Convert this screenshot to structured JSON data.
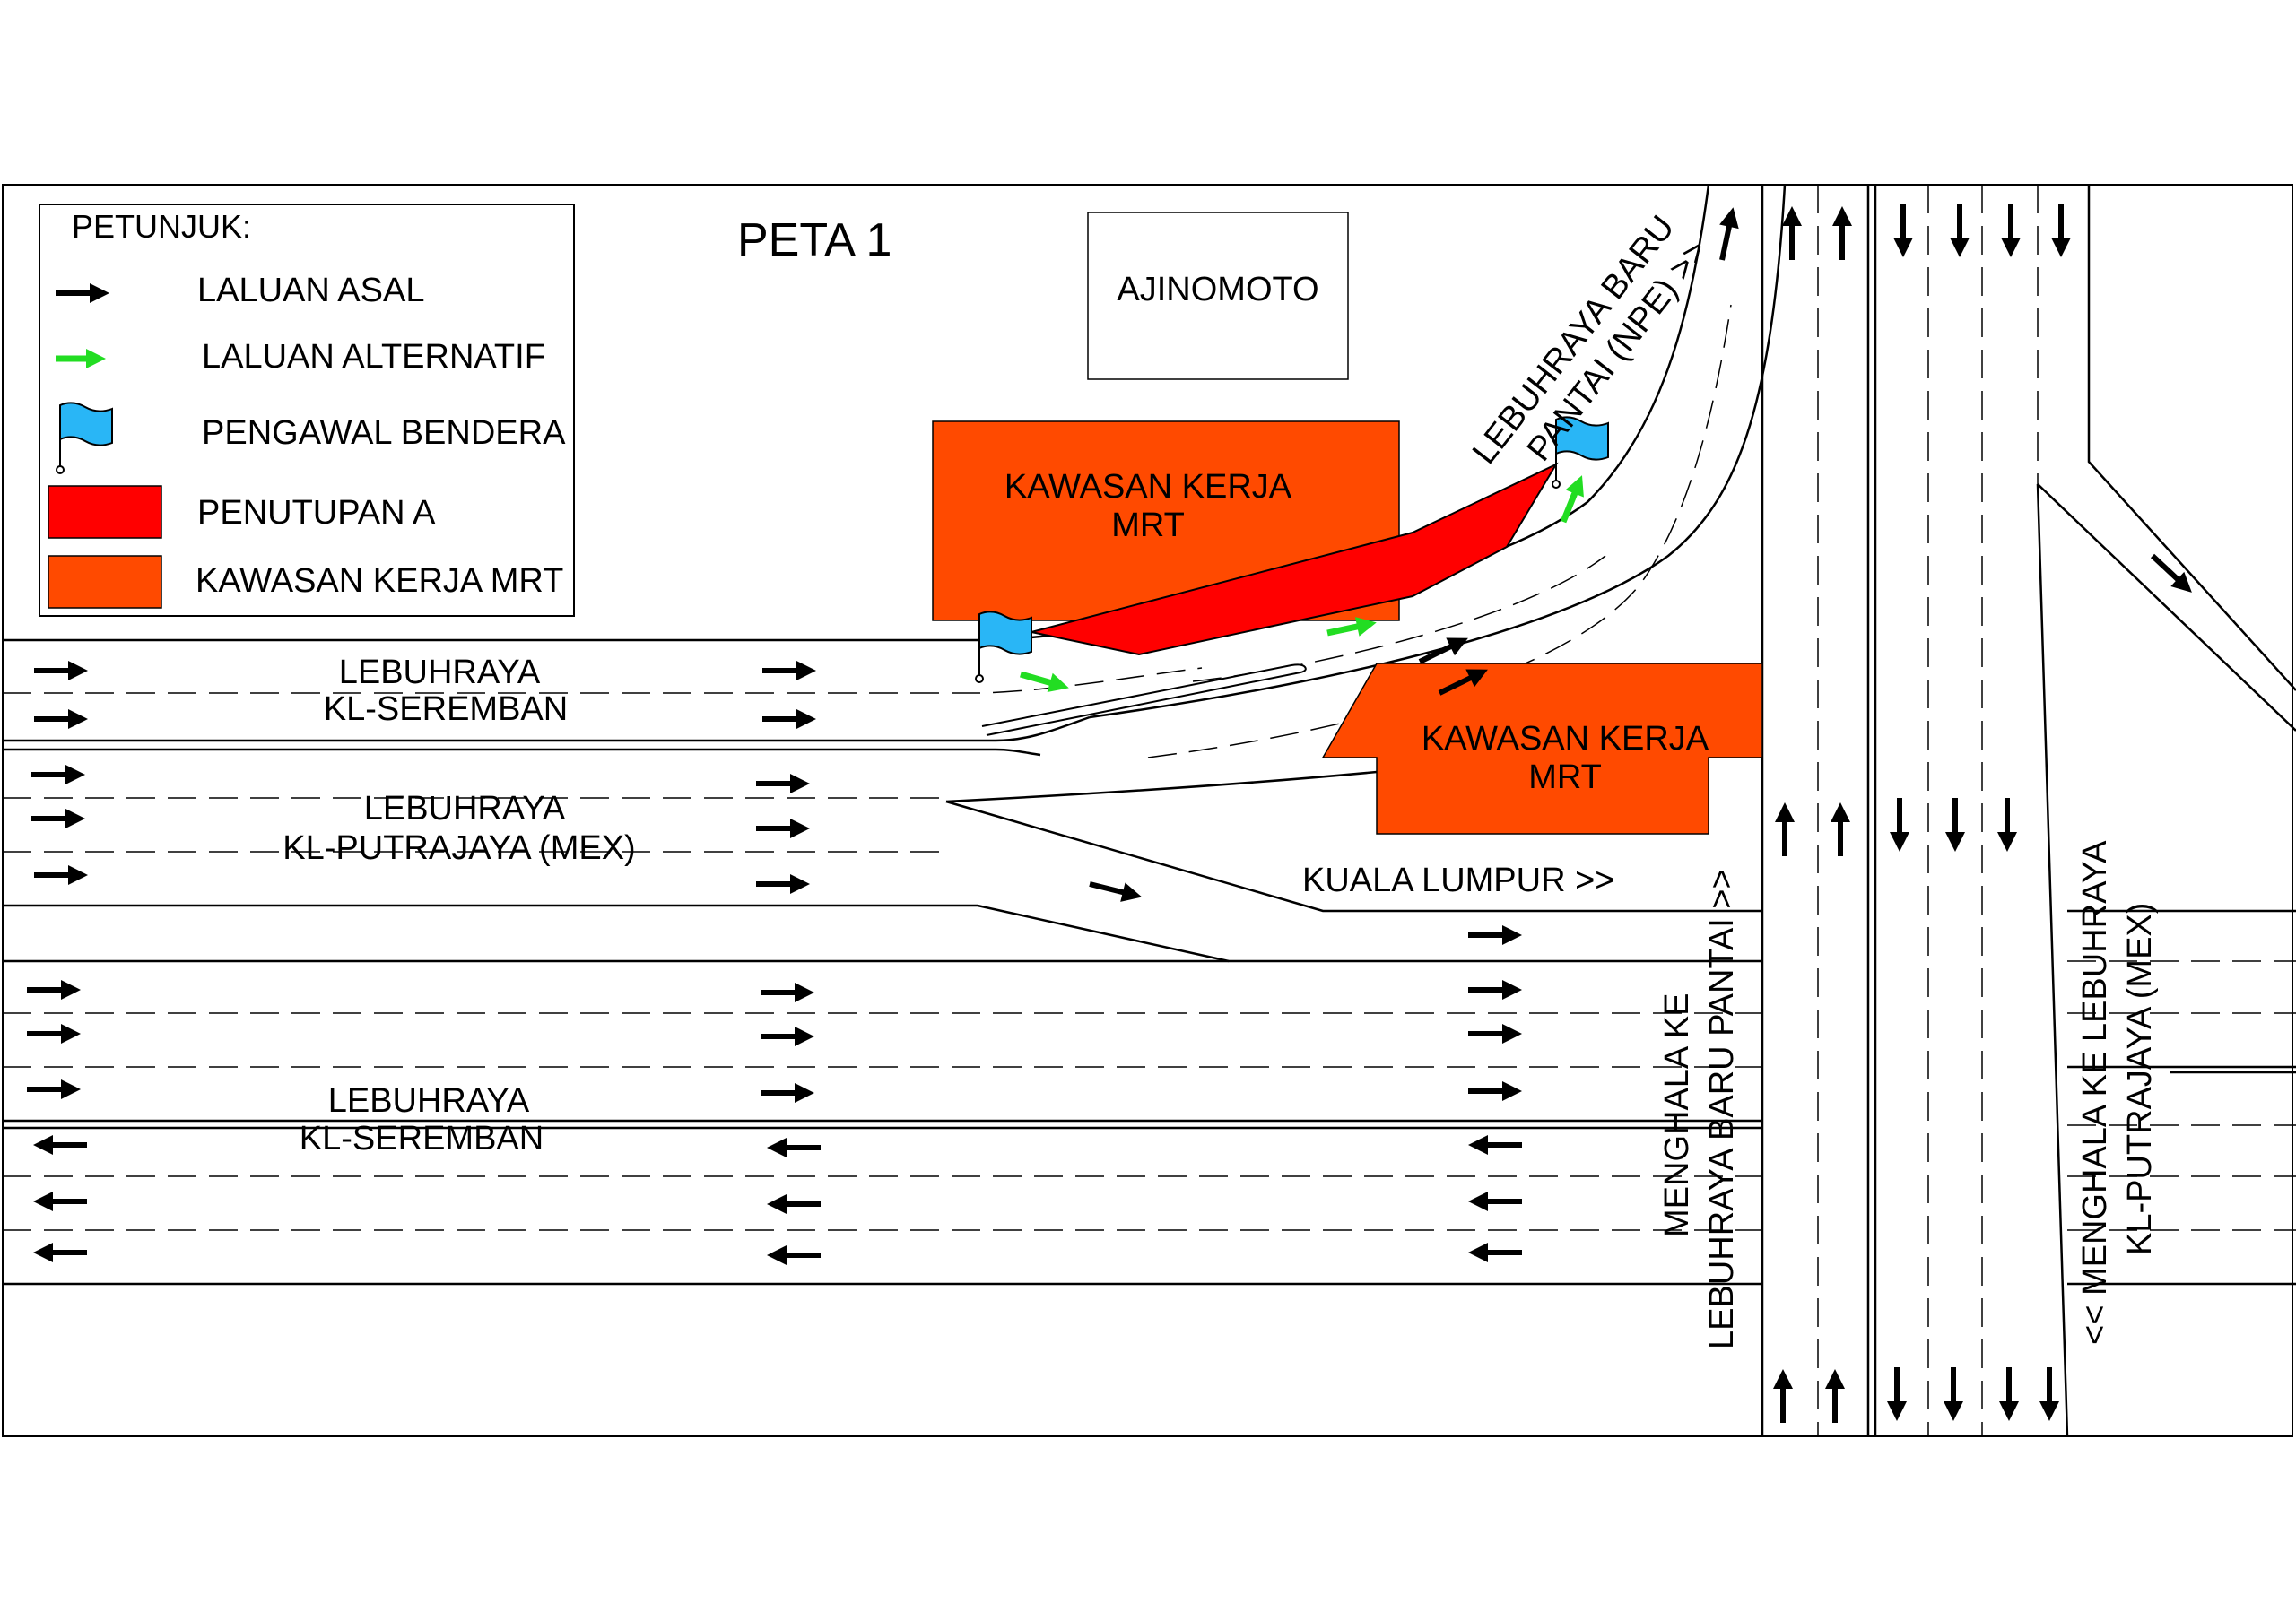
{
  "title": "PETA 1",
  "legend": {
    "heading": "PETUNJUK:",
    "items": [
      {
        "icon": "black-arrow-icon",
        "label": "LALUAN ASAL"
      },
      {
        "icon": "green-arrow-icon",
        "label": "LALUAN ALTERNATIF"
      },
      {
        "icon": "blue-flag-icon",
        "label": "PENGAWAL BENDERA"
      },
      {
        "icon": "red-box-icon",
        "label": "PENUTUPAN A"
      },
      {
        "icon": "orange-box-icon",
        "label": "KAWASAN KERJA MRT"
      }
    ]
  },
  "landmarks": {
    "ajinomoto": "AJINOMOTO",
    "work_zone_1": [
      "KAWASAN KERJA",
      "MRT"
    ],
    "work_zone_2": [
      "KAWASAN KERJA",
      "MRT"
    ]
  },
  "roads": {
    "kl_seremban_top": [
      "LEBUHRAYA",
      "KL-SEREMBAN"
    ],
    "kl_putrajaya": [
      "LEBUHRAYA",
      "KL-PUTRAJAYA (MEX)"
    ],
    "kl_seremban_bottom": [
      "LEBUHRAYA",
      "KL-SEREMBAN"
    ],
    "npe": [
      "LEBUHRAYA BARU",
      "PANTAI (NPE) >>"
    ],
    "kuala_lumpur": "KUALA LUMPUR >>",
    "to_npe": [
      "MENGHALA KE",
      "LEBUHRAYA BARU PANTAI >>"
    ],
    "to_mex": [
      "<< MENGHALA KE LEBUHRAYA",
      "KL-PUTRAJAYA (MEX)"
    ]
  },
  "colors": {
    "closure": "#ff0000",
    "work_zone": "#ff4a00",
    "flag": "#29b6f6",
    "alt_arrow": "#22dd22",
    "arrow": "#000000"
  }
}
